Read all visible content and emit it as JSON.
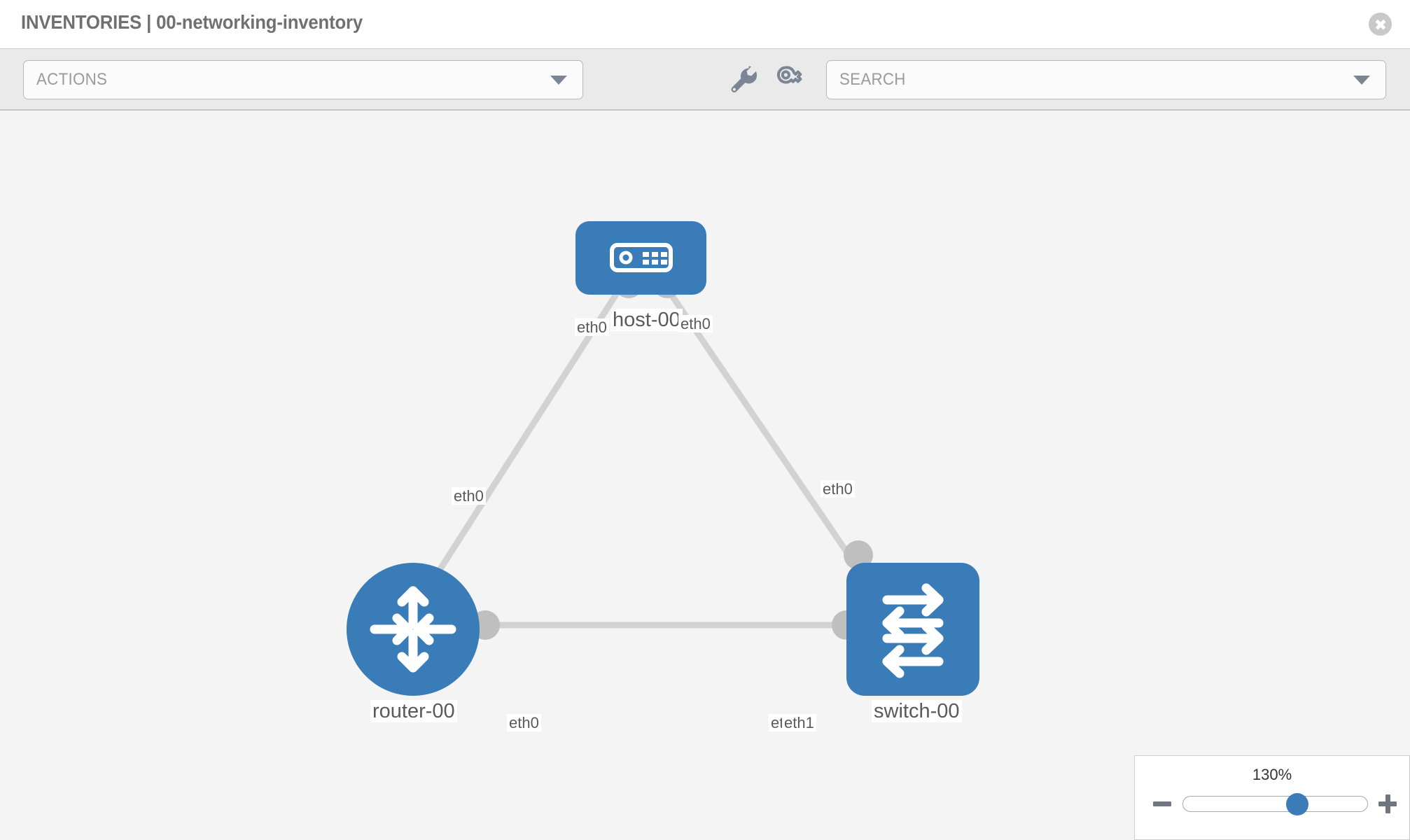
{
  "header": {
    "title": "INVENTORIES | 00-networking-inventory",
    "close_icon": "close-icon"
  },
  "toolbar": {
    "actions_label": "ACTIONS",
    "actions_caret_icon": "chevron-down-icon",
    "wrench_icon": "wrench-icon",
    "key_icon": "key-icon",
    "search_placeholder": "SEARCH",
    "search_caret_icon": "chevron-down-icon"
  },
  "topology": {
    "nodes": [
      {
        "id": "host-00",
        "label": "host-00",
        "type": "host",
        "icon": "server-icon"
      },
      {
        "id": "router-00",
        "label": "router-00",
        "type": "router",
        "icon": "router-arrows-icon"
      },
      {
        "id": "switch-00",
        "label": "switch-00",
        "type": "switch",
        "icon": "switch-arrows-icon"
      }
    ],
    "links": [
      {
        "from": "host-00",
        "from_port": "eth0",
        "to": "router-00",
        "to_port": "eth0"
      },
      {
        "from": "host-00",
        "from_port": "eth0",
        "to": "switch-00",
        "to_port": "eth0"
      },
      {
        "from": "router-00",
        "from_port": "eth0",
        "to": "switch-00",
        "to_port": "eth1"
      }
    ],
    "port_labels": {
      "host_left": "eth0",
      "host_right": "eth0",
      "router_up": "eth0",
      "router_right": "eth0",
      "switch_up": "eth0",
      "switch_left_under": "eth0",
      "switch_left": "eth1"
    },
    "colors": {
      "node_blue": "#3a7cb8",
      "port_gray": "#bfbfbf",
      "link_gray": "#d2d2d2",
      "canvas_bg": "#f4f4f4",
      "label_text": "#5a5a5a"
    }
  },
  "zoom_control": {
    "value": "130%",
    "minus_label": "minus-icon",
    "plus_label": "plus-icon",
    "slider_position_percent": 62
  }
}
